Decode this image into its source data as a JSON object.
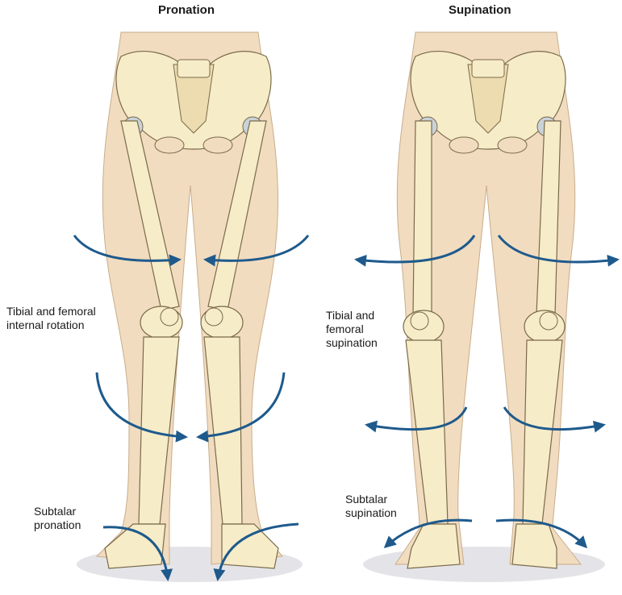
{
  "panels": [
    {
      "title": "Pronation",
      "labels": {
        "thigh": [
          "Tibial and femoral",
          "internal rotation"
        ],
        "foot": [
          "Subtalar",
          "pronation"
        ]
      }
    },
    {
      "title": "Supination",
      "labels": {
        "thigh": [
          "Tibial and",
          "femoral",
          "supination"
        ],
        "foot": [
          "Subtalar",
          "supination"
        ]
      }
    }
  ],
  "colors": {
    "skin": "#f1dcc0",
    "bone": "#f6ecc8",
    "bone_outline": "#7a6a4a",
    "cartilage": "#c9d2d8",
    "arrow": "#1e5a8c",
    "shadow": "#e4e4e8"
  }
}
